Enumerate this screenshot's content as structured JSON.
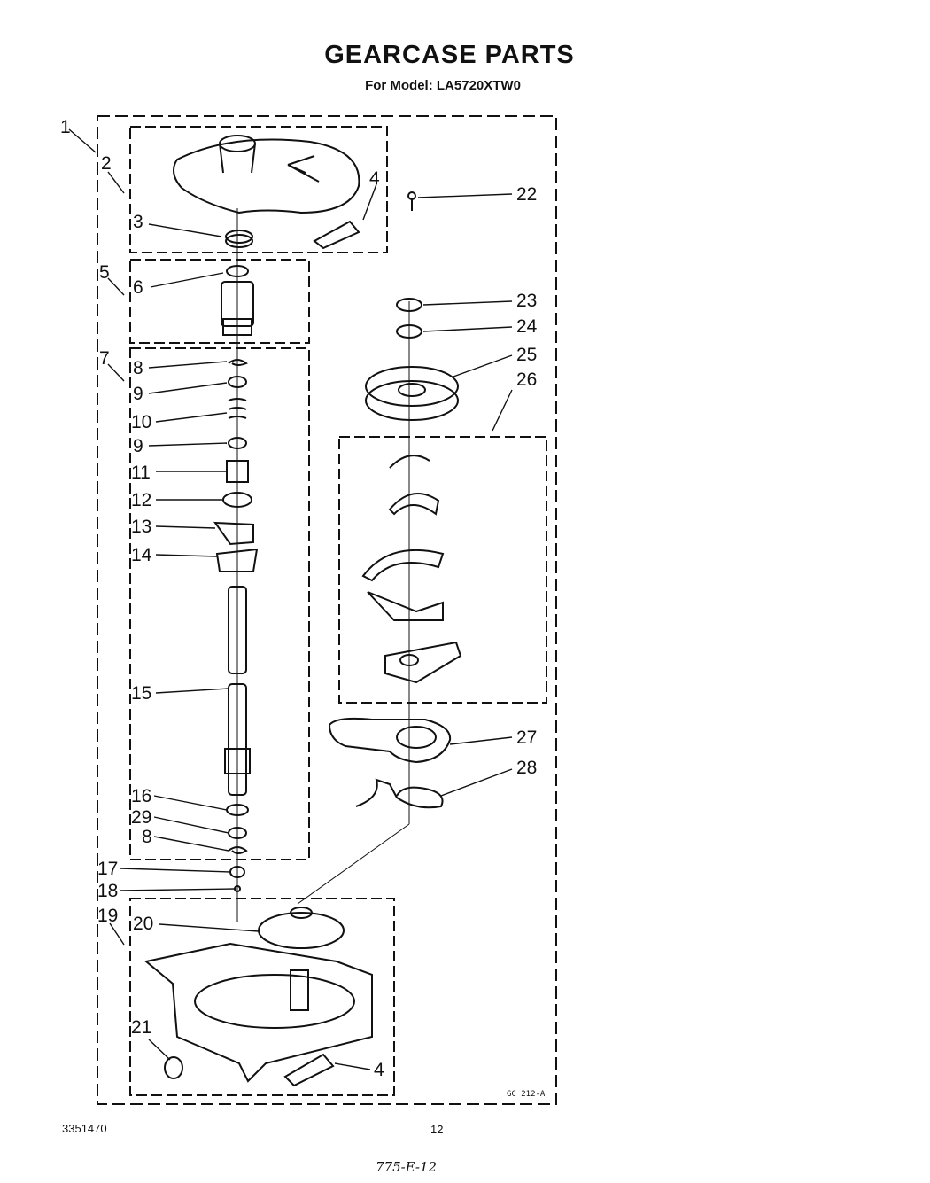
{
  "title": "GEARCASE PARTS",
  "subtitle": "For Model: LA5720XTW0",
  "callouts": {
    "c1": "1",
    "c2": "2",
    "c3": "3",
    "c4a": "4",
    "c4b": "4",
    "c5": "5",
    "c6": "6",
    "c7": "7",
    "c8a": "8",
    "c8b": "8",
    "c9a": "9",
    "c9b": "9",
    "c10": "10",
    "c11": "11",
    "c12": "12",
    "c13": "13",
    "c14": "14",
    "c15": "15",
    "c16": "16",
    "c17": "17",
    "c18": "18",
    "c19": "19",
    "c20": "20",
    "c21": "21",
    "c22": "22",
    "c23": "23",
    "c24": "24",
    "c25": "25",
    "c26": "26",
    "c27": "27",
    "c28": "28",
    "c29": "29"
  },
  "diagram_ref": "GC 212-A",
  "doc_number": "3351470",
  "page_number": "12",
  "handwritten_note": "775-E-12",
  "line_color": "#111111"
}
